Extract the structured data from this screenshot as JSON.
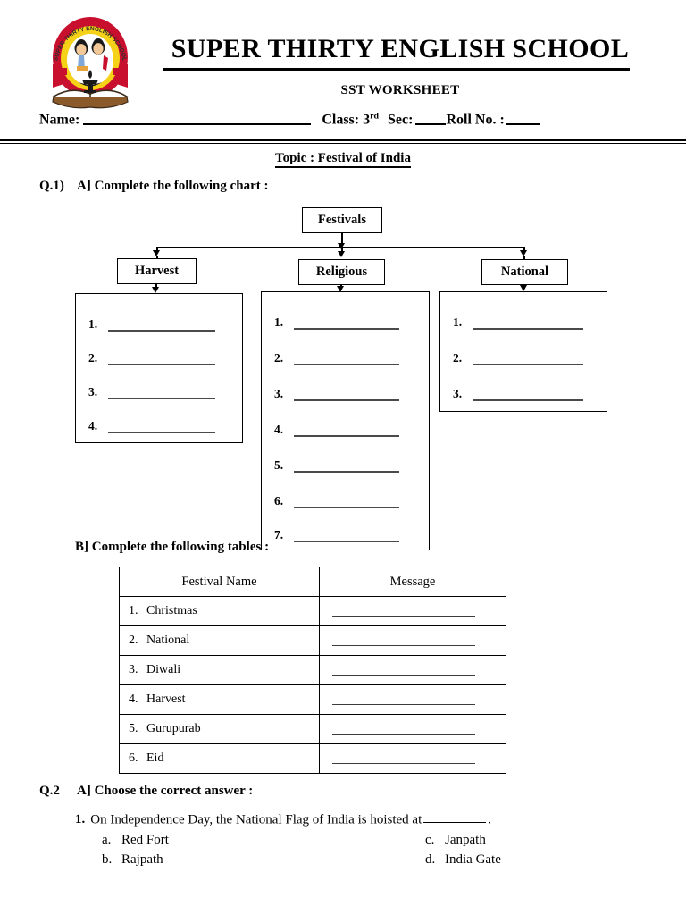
{
  "header": {
    "logo_alt": "super-thirty-english-school-logo",
    "logo_ring_text": "SUPER THIRTY ENGLISH SCHOOL",
    "school_name": "SUPER THIRTY ENGLISH SCHOOL",
    "worksheet_title": "SST WORKSHEET",
    "id_line": {
      "name_label": "Name:",
      "class_label": "Class:",
      "class_value": "3",
      "class_value_suffix": "rd",
      "sec_label": "Sec:",
      "roll_label": "Roll No. :"
    },
    "colors": {
      "logo_red": "#C8102E",
      "logo_yellow": "#F5D117",
      "logo_dark": "#1a1a1a",
      "rule": "#000000"
    }
  },
  "topic": "Topic : Festival of India",
  "q1": {
    "number": "Q.1)",
    "part_a_label": "A] Complete the following chart :",
    "part_b_label": "B] Complete the following tables :"
  },
  "chart": {
    "root": "Festivals",
    "branches": [
      {
        "title": "Harvest",
        "blank_count": 4
      },
      {
        "title": "Religious",
        "blank_count": 7
      },
      {
        "title": "National",
        "blank_count": 3
      }
    ],
    "item_numbers": [
      "1.",
      "2.",
      "3.",
      "4.",
      "5.",
      "6.",
      "7."
    ]
  },
  "table": {
    "columns": [
      "Festival Name",
      "Message"
    ],
    "rows": [
      {
        "index": "1.",
        "festival": "Christmas"
      },
      {
        "index": "2.",
        "festival": "National"
      },
      {
        "index": "3.",
        "festival": "Diwali"
      },
      {
        "index": "4.",
        "festival": "Harvest"
      },
      {
        "index": "5.",
        "festival": "Gurupurab"
      },
      {
        "index": "6.",
        "festival": "Eid"
      }
    ]
  },
  "q2": {
    "number": "Q.2",
    "part_a_label": "A] Choose the correct answer :",
    "questions": [
      {
        "number": "1.",
        "text_before_blank": "On Independence Day, the National Flag of India is hoisted at",
        "text_after_blank": ".",
        "options": [
          {
            "label": "a.",
            "text": "Red Fort"
          },
          {
            "label": "b.",
            "text": "Rajpath"
          },
          {
            "label": "c.",
            "text": "Janpath"
          },
          {
            "label": "d.",
            "text": "India Gate"
          }
        ]
      }
    ]
  }
}
